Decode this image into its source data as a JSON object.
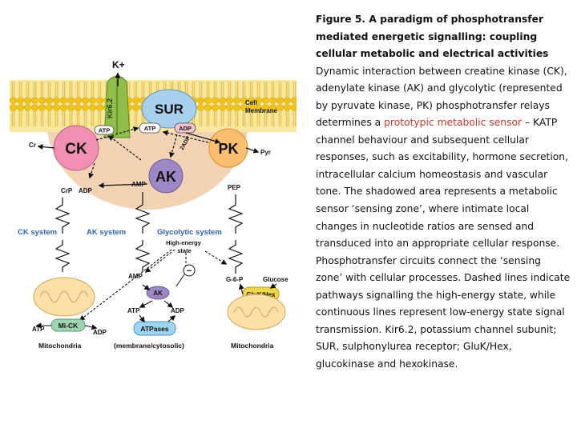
{
  "diagram": {
    "k_plus": "K+",
    "kir": "Kir6.2",
    "sur": "SUR",
    "cell_membrane": "Cell Membrane",
    "atp": "ATP",
    "adp": "ADP",
    "ck": "CK",
    "pk": "PK",
    "ak": "AK",
    "cr": "Cr",
    "pyr": "Pyr",
    "amp": "AMP",
    "crp": "CrP",
    "pep": "PEP",
    "two_adp": "2ADP",
    "ck_system": "CK system",
    "ak_system": "AK system",
    "glycolytic_system": "Glycolytic system",
    "high_energy_state": "High-energy state",
    "minus": "−",
    "g6p": "G-6-P",
    "glucose": "Glucose",
    "gluk_hex": "GluK/Hex",
    "mi_ck": "Mi-CK",
    "atpases": "ATPases",
    "mitochondria": "Mitochondria",
    "membrane_cytosolic": "(membrane/cytosolic)"
  },
  "caption": {
    "title": "Figure 5. A paradigm of phosphotransfer mediated energetic signalling: coupling cellular metabolic and electrical activities",
    "text_before": "Dynamic interaction between creatine kinase (CK), adenylate kinase (AK) and glycolytic (represented by pyruvate kinase, PK) phosphotransfer relays determines a ",
    "highlight": "prototypic metabolic sensor",
    "text_after": " – KATP channel behaviour and subsequent cellular responses, such as excitability, hormone secretion, intracellular calcium homeostasis and vascular tone. The shadowed area represents a metabolic sensor ‘sensing zone’, where intimate local changes in nucleotide ratios are sensed and transduced into an appropriate cellular response. Phosphotransfer circuits connect the ‘sensing zone’ with cellular processes. Dashed lines indicate pathways signalling the high-energy state, while continuous lines represent low-energy state signal transmission. Kir6.2, potassium channel subunit; SUR, sulphonylurea receptor; GluK/Hex, glucokinase and hexokinase."
  },
  "colors": {
    "membrane_head": "#f2c418",
    "membrane_tail": "#f5dc6c",
    "sensing_zone": "#f2d3b3",
    "kir_green": "#8fbf4a",
    "sur_blue": "#a8d0ec",
    "ck_pink": "#ef8fb2",
    "pk_orange": "#fbbf6f",
    "ak_purple": "#9d88c6",
    "system_blue": "#2e64b8",
    "mi_ck_green": "#9fd3b1",
    "atpase_blue": "#9dd4ef",
    "gluk_yellow": "#f0d74a",
    "highlight_red": "#c0392b"
  }
}
